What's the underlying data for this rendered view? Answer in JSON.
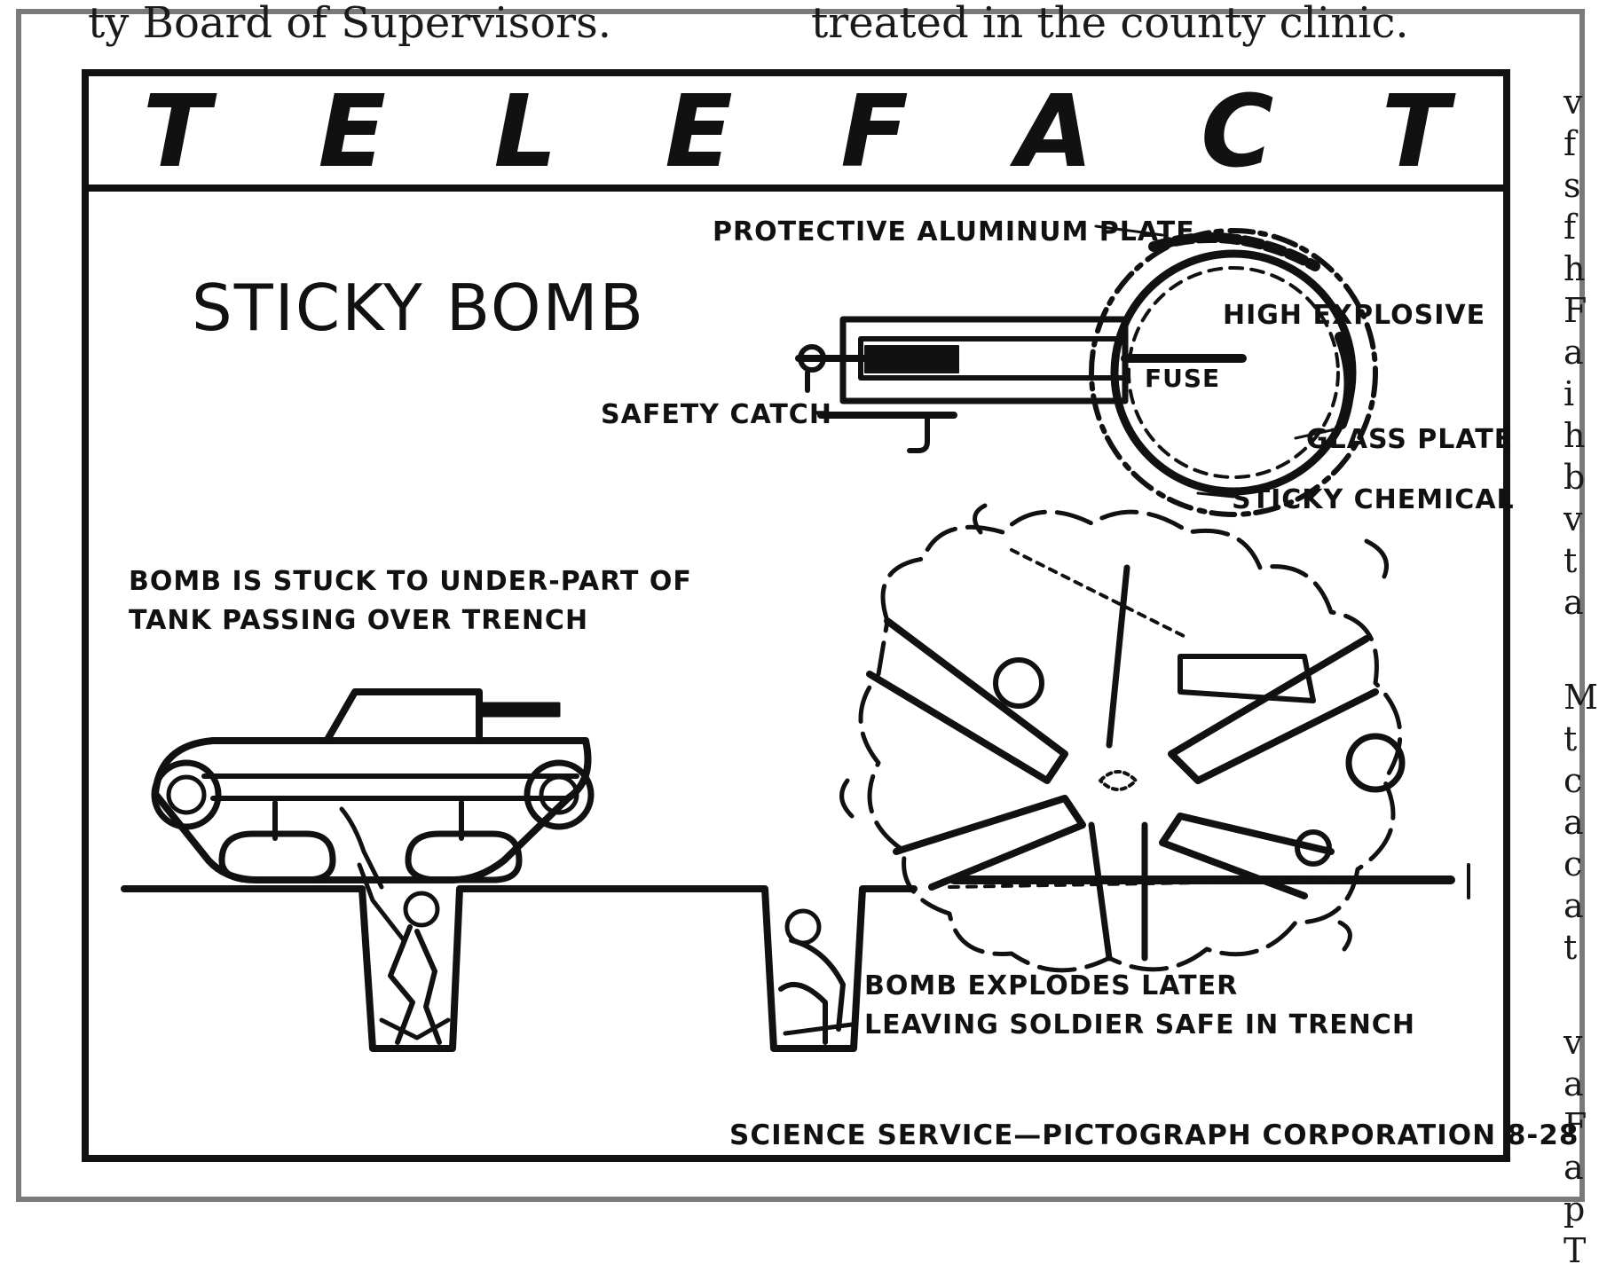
{
  "clipping": {
    "left_fragment": "ty Board of Supervisors.",
    "right_fragment": "treated in the county clinic.",
    "right_column_letters": [
      "v",
      "f",
      "s",
      "f",
      "h",
      "F",
      "a",
      "i",
      "h",
      "b",
      "v",
      "t",
      "a",
      "M",
      "t",
      "c",
      "a",
      "c",
      "a",
      "t",
      "v",
      "a",
      "F",
      "a",
      "p",
      "T"
    ]
  },
  "panel": {
    "banner": "TELEFACT",
    "title": "STICKY BOMB",
    "labels": {
      "protective_plate": "PROTECTIVE ALUMINUM PLATE",
      "high_explosive": "HIGH EXPLOSIVE",
      "fuse": "FUSE",
      "safety_catch": "SAFETY CATCH",
      "glass_plate": "GLASS PLATE",
      "sticky_chemical": "STICKY CHEMICAL"
    },
    "caption_left": [
      "BOMB IS STUCK TO  UNDER-PART OF",
      "TANK  PASSING OVER TRENCH"
    ],
    "caption_right": [
      "BOMB EXPLODES LATER",
      "LEAVING SOLDIER SAFE IN TRENCH"
    ],
    "credit": "SCIENCE SERVICE—PICTOGRAPH CORPORATION 8-28"
  },
  "icons": [
    "sticky-bomb-diagram",
    "tank-icon",
    "soldier-icon",
    "explosion-icon"
  ]
}
